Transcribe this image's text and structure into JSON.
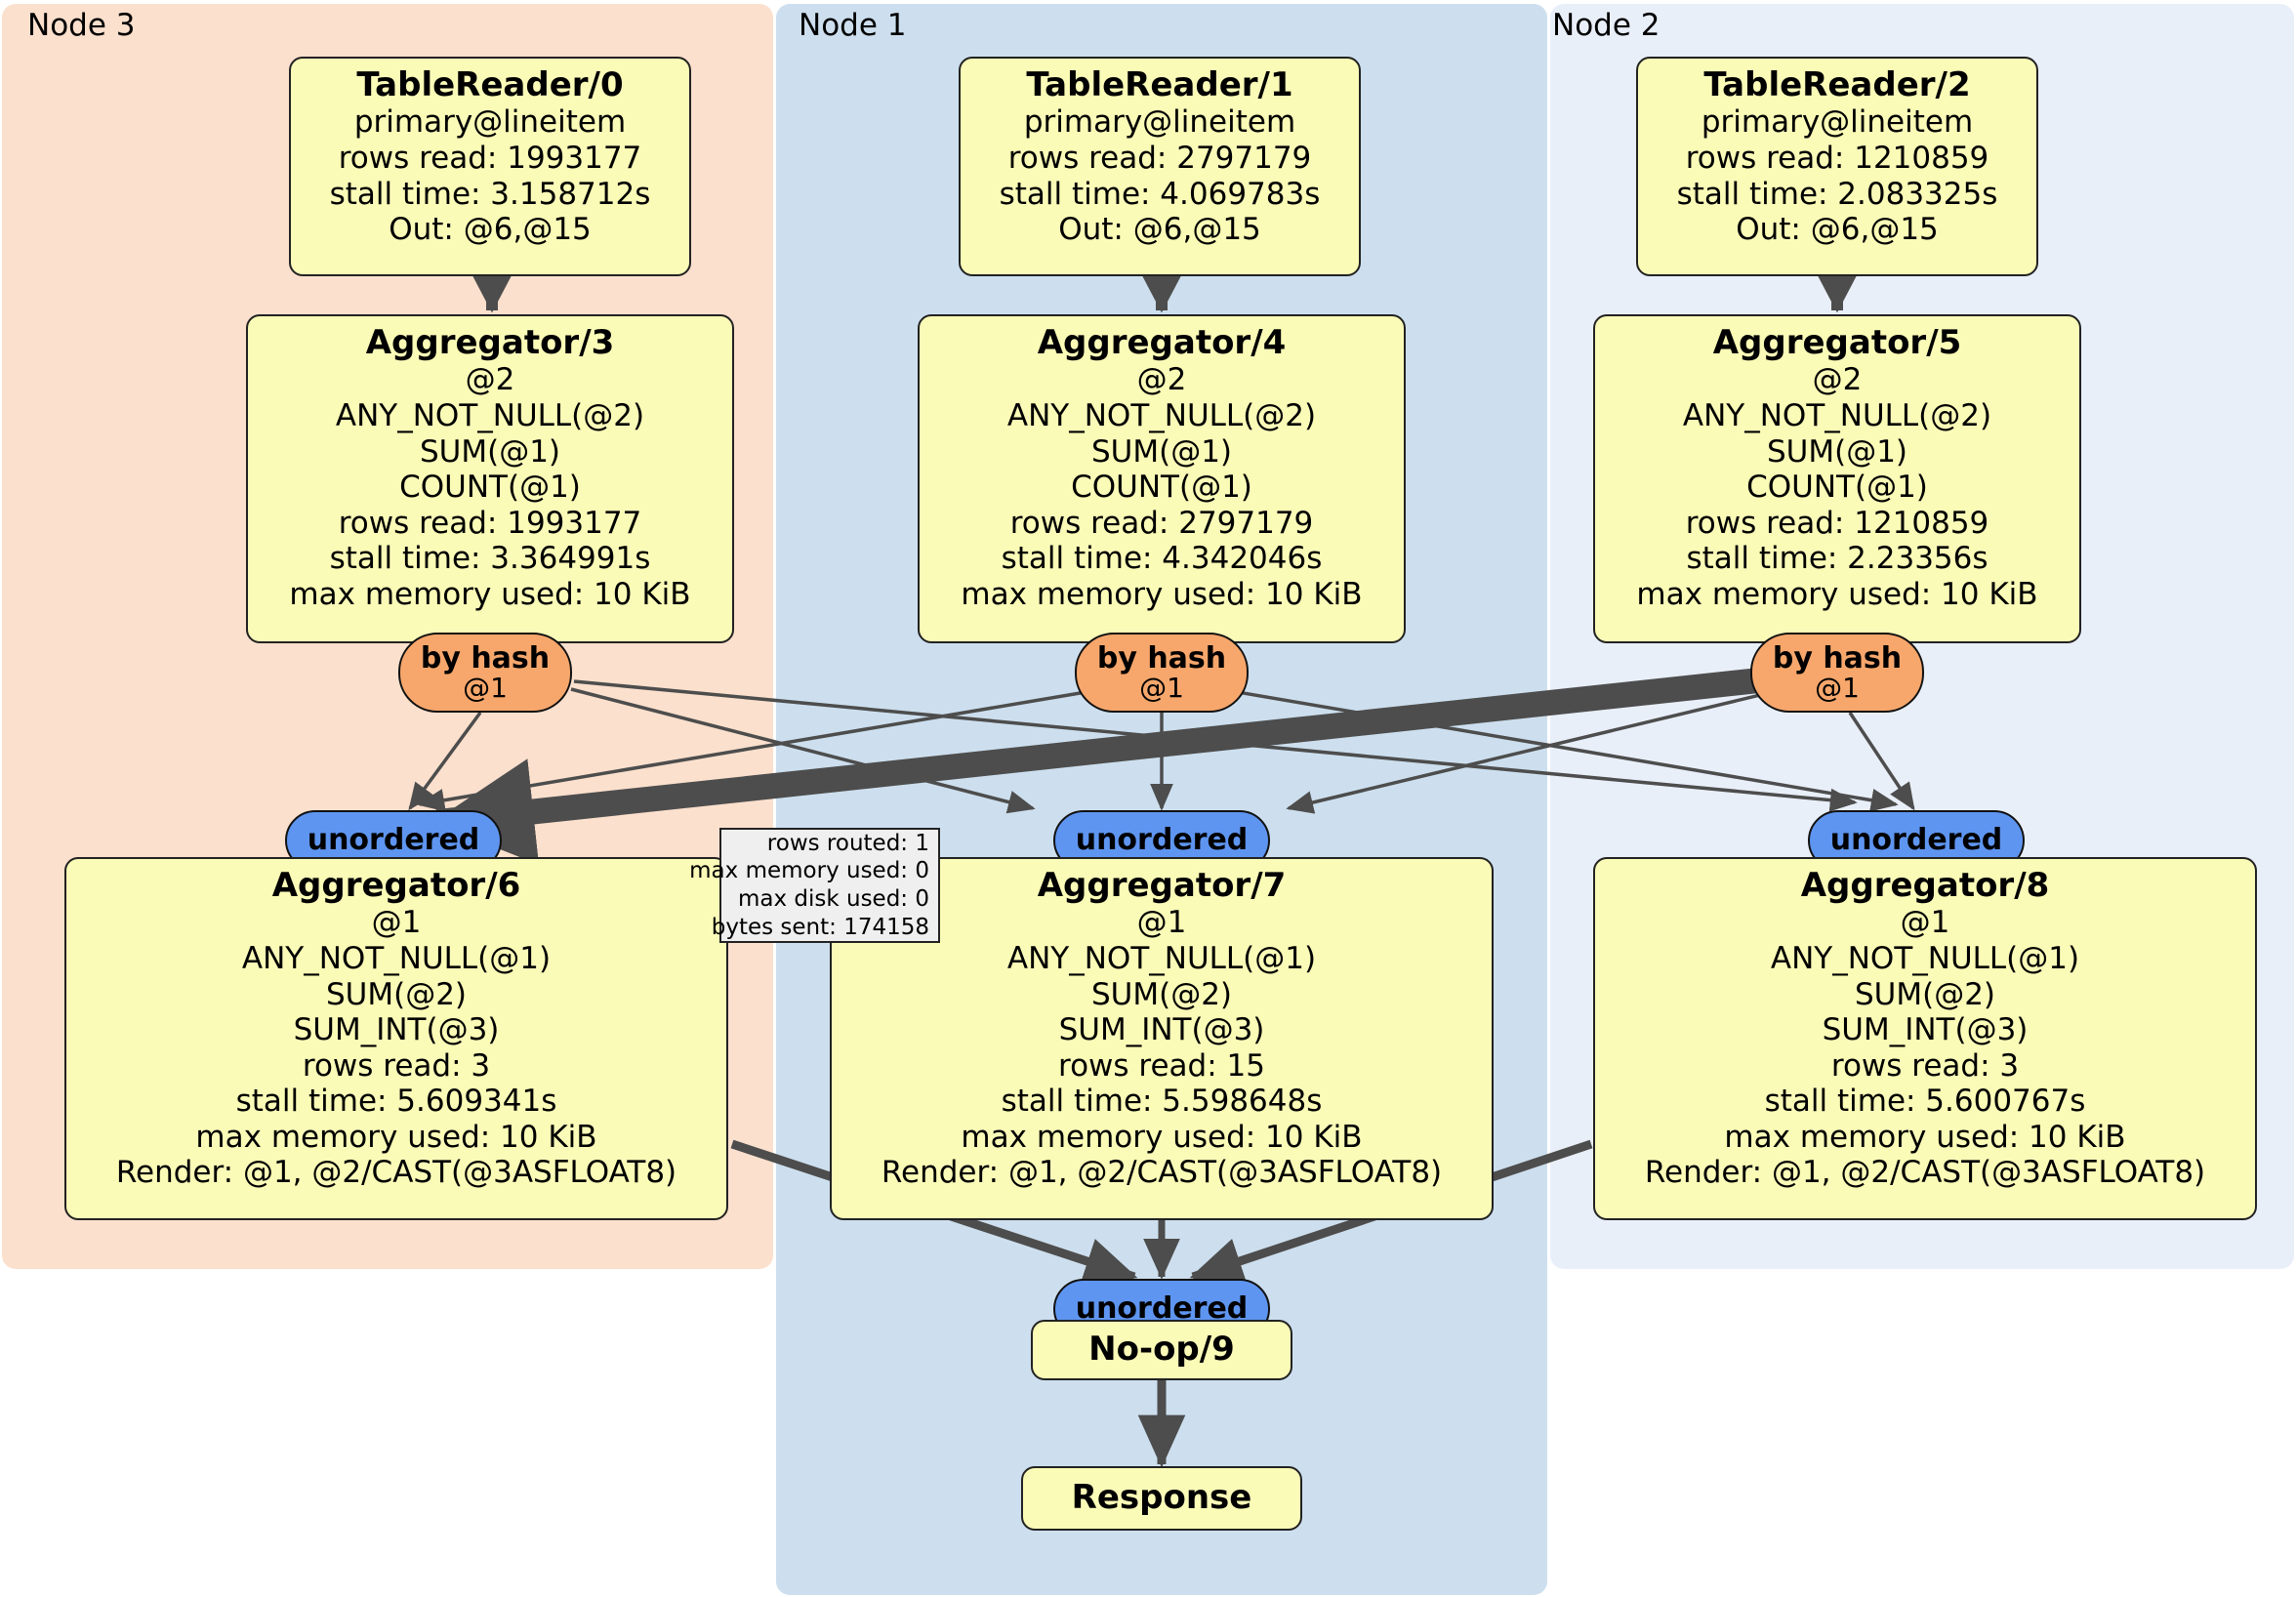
{
  "diagram": {
    "type": "distributed-query-execution-plan",
    "colors": {
      "node3_panel": "#fbe0cd",
      "node1_panel": "#cddfee",
      "node2_panel": "#e9eff9",
      "processor_fill": "#fbfbb8",
      "hash_router_fill": "#f7a76c",
      "unordered_router_fill": "#5e95f0",
      "stats_box_fill": "#efefef",
      "edge_color": "#4d4d4d"
    },
    "clusters": [
      {
        "label": "Node 3"
      },
      {
        "label": "Node 1"
      },
      {
        "label": "Node 2"
      }
    ],
    "processors": {
      "table_reader_0": {
        "title": "TableReader/0",
        "lines": [
          "primary@lineitem",
          "rows read: 1993177",
          "stall time: 3.158712s",
          "Out: @6,@15"
        ]
      },
      "table_reader_1": {
        "title": "TableReader/1",
        "lines": [
          "primary@lineitem",
          "rows read: 2797179",
          "stall time: 4.069783s",
          "Out: @6,@15"
        ]
      },
      "table_reader_2": {
        "title": "TableReader/2",
        "lines": [
          "primary@lineitem",
          "rows read: 1210859",
          "stall time: 2.083325s",
          "Out: @6,@15"
        ]
      },
      "aggregator_3": {
        "title": "Aggregator/3",
        "lines": [
          "@2",
          "ANY_NOT_NULL(@2)",
          "SUM(@1)",
          "COUNT(@1)",
          "rows read: 1993177",
          "stall time: 3.364991s",
          "max memory used: 10 KiB"
        ]
      },
      "aggregator_4": {
        "title": "Aggregator/4",
        "lines": [
          "@2",
          "ANY_NOT_NULL(@2)",
          "SUM(@1)",
          "COUNT(@1)",
          "rows read: 2797179",
          "stall time: 4.342046s",
          "max memory used: 10 KiB"
        ]
      },
      "aggregator_5": {
        "title": "Aggregator/5",
        "lines": [
          "@2",
          "ANY_NOT_NULL(@2)",
          "SUM(@1)",
          "COUNT(@1)",
          "rows read: 1210859",
          "stall time: 2.23356s",
          "max memory used: 10 KiB"
        ]
      },
      "aggregator_6": {
        "title": "Aggregator/6",
        "lines": [
          "@1",
          "ANY_NOT_NULL(@1)",
          "SUM(@2)",
          "SUM_INT(@3)",
          "rows read: 3",
          "stall time: 5.609341s",
          "max memory used: 10 KiB",
          "Render: @1, @2/CAST(@3ASFLOAT8)"
        ]
      },
      "aggregator_7": {
        "title": "Aggregator/7",
        "lines": [
          "@1",
          "ANY_NOT_NULL(@1)",
          "SUM(@2)",
          "SUM_INT(@3)",
          "rows read: 15",
          "stall time: 5.598648s",
          "max memory used: 10 KiB",
          "Render: @1, @2/CAST(@3ASFLOAT8)"
        ]
      },
      "aggregator_8": {
        "title": "Aggregator/8",
        "lines": [
          "@1",
          "ANY_NOT_NULL(@1)",
          "SUM(@2)",
          "SUM_INT(@3)",
          "rows read: 3",
          "stall time: 5.600767s",
          "max memory used: 10 KiB",
          "Render: @1, @2/CAST(@3ASFLOAT8)"
        ]
      },
      "no_op_9": {
        "title": "No-op/9",
        "lines": []
      },
      "response": {
        "title": "Response",
        "lines": []
      }
    },
    "routers": {
      "hash_3": {
        "label": "by hash",
        "sub": "@1"
      },
      "hash_4": {
        "label": "by hash",
        "sub": "@1"
      },
      "hash_5": {
        "label": "by hash",
        "sub": "@1"
      },
      "unordered_6": {
        "label": "unordered",
        "sub": ""
      },
      "unordered_7": {
        "label": "unordered",
        "sub": ""
      },
      "unordered_8": {
        "label": "unordered",
        "sub": ""
      },
      "unordered_final": {
        "label": "unordered",
        "sub": ""
      }
    },
    "stats_box": {
      "lines": [
        "rows routed: 1",
        "max memory used: 0",
        "max disk used: 0",
        "bytes sent: 174158"
      ]
    }
  }
}
